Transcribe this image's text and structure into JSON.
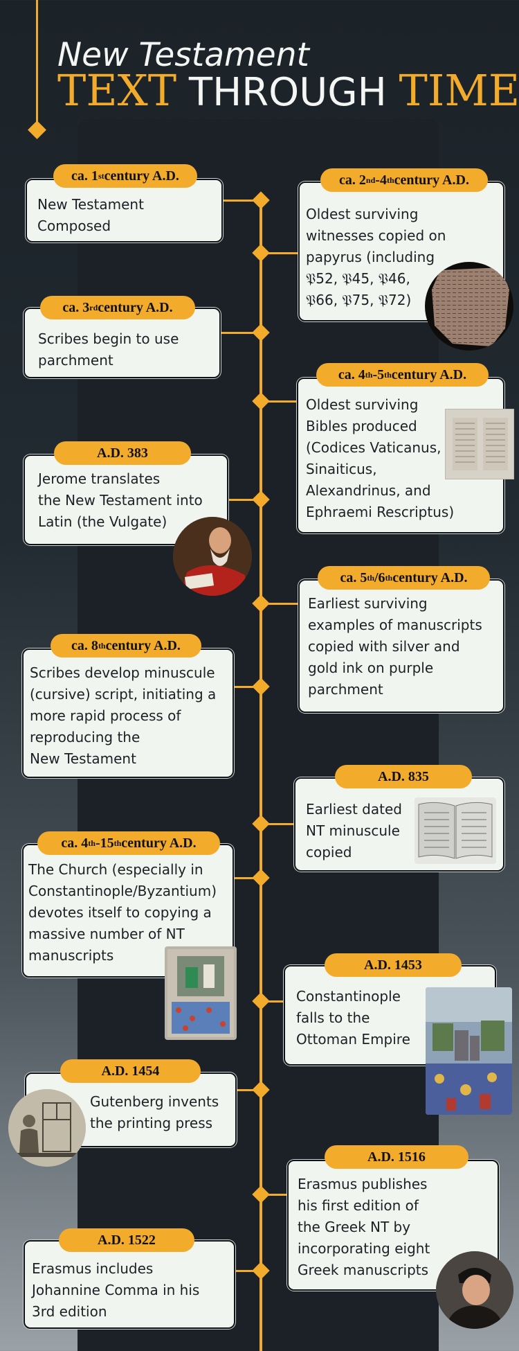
{
  "header": {
    "title_line1": "New Testament",
    "title_text": "TEXT",
    "title_through": " THROUGH ",
    "title_time": "TIME"
  },
  "events": [
    {
      "date_pre": "ca. 1",
      "date_sup": "st",
      "date_post": " century A.D.",
      "text": "New Testament\nComposed"
    },
    {
      "date_pre": "ca. 2",
      "date_sup": "nd",
      "date_mid": "-4",
      "date_sup2": "th",
      "date_post": " century A.D.",
      "text": "Oldest surviving\nwitnesses copied on\npapyrus (including\n𝔓52, 𝔓45, 𝔓46,\n𝔓66, 𝔓75, 𝔓72)"
    },
    {
      "date_pre": "ca. 3",
      "date_sup": "rd",
      "date_post": " century A.D.",
      "text": "Scribes begin to use\nparchment"
    },
    {
      "date_pre": "ca. 4",
      "date_sup": "th",
      "date_mid": "-5",
      "date_sup2": "th",
      "date_post": " century A.D.",
      "text": "Oldest surviving\nBibles produced\n(Codices Vaticanus,\nSinaiticus,\nAlexandrinus, and\nEphraemi Rescriptus)"
    },
    {
      "date": "A.D. 383",
      "text": "Jerome translates\nthe New Testament into\nLatin (the Vulgate)"
    },
    {
      "date_pre": "ca. 5",
      "date_sup": "th",
      "date_mid": "/6",
      "date_sup2": "th",
      "date_post": "  century A.D.",
      "text": "Earliest surviving\nexamples of manuscripts\ncopied with silver and\ngold ink on purple\nparchment"
    },
    {
      "date_pre": "ca. 8",
      "date_sup": "th",
      "date_post": " century A.D.",
      "text": "Scribes develop minuscule\n(cursive) script, initiating a\nmore rapid process of\nreproducing the\nNew Testament"
    },
    {
      "date": "A.D. 835",
      "text": "Earliest dated\nNT minuscule\ncopied"
    },
    {
      "date_pre": "ca. 4",
      "date_sup": "th",
      "date_mid": "-15",
      "date_sup2": "th",
      "date_post": " century A.D.",
      "text": "The Church (especially in\nConstantinople/Byzantium)\ndevotes itself to copying a\nmassive number of NT\nmanuscripts"
    },
    {
      "date": "A.D. 1453",
      "text": "Constantinople\nfalls to the\nOttoman Empire"
    },
    {
      "date": "A.D. 1454",
      "text": "Gutenberg invents\nthe printing press"
    },
    {
      "date": "A.D. 1516",
      "text": "Erasmus publishes\nhis first edition of\nthe Greek NT by\nincorporating eight\nGreek manuscripts"
    },
    {
      "date": "A.D. 1522",
      "text": "Erasmus includes\nJohannine Comma in his\n3rd edition"
    }
  ],
  "colors": {
    "accent": "#f3ab2c",
    "card": "#f1f5f0",
    "background": "#1b2126"
  }
}
